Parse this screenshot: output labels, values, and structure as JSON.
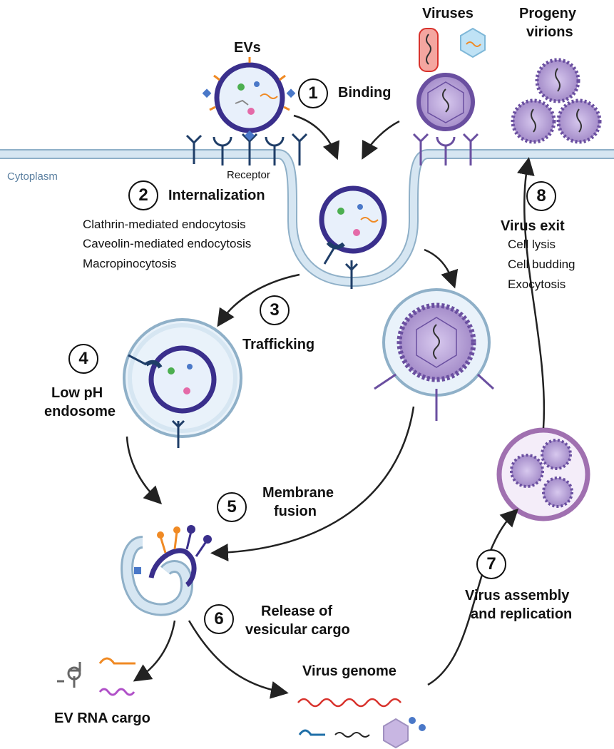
{
  "labels": {
    "evs": "EVs",
    "viruses": "Viruses",
    "progeny": "Progeny",
    "virions": "virions",
    "cytoplasm": "Cytoplasm",
    "receptor": "Receptor"
  },
  "steps": [
    {
      "number": "1",
      "title": "Binding"
    },
    {
      "number": "2",
      "title": "Internalization",
      "details": [
        "Clathrin-mediated endocytosis",
        "Caveolin-mediated endocytosis",
        "Macropinocytosis"
      ]
    },
    {
      "number": "3",
      "title": "Trafficking"
    },
    {
      "number": "4",
      "title_lines": [
        "Low pH",
        "endosome"
      ]
    },
    {
      "number": "5",
      "title_lines": [
        "Membrane",
        "fusion"
      ]
    },
    {
      "number": "6",
      "title_lines": [
        "Release of",
        "vesicular cargo"
      ]
    },
    {
      "number": "7",
      "title_lines": [
        "Virus assembly",
        "and replication"
      ]
    },
    {
      "number": "8",
      "title": "Virus exit",
      "details": [
        "Cell lysis",
        "Cell budding",
        "Exocytosis"
      ]
    }
  ],
  "outputs": {
    "ev_rna_cargo": "EV RNA cargo",
    "virus_genome": "Virus genome"
  },
  "colors": {
    "membrane_fill": "#d6e6f2",
    "membrane_edge": "#8fb0c8",
    "ev_purple": "#3a2f8c",
    "virus_purple": "#6a4fa0",
    "virus_light": "#c8b6e2",
    "receptor_navy": "#1f3e68",
    "spike_orange": "#f08a24",
    "marker_blue": "#4a78c8",
    "marker_pink": "#e46aa8",
    "rna_red": "#d8322c",
    "rna_purple": "#b050c8"
  }
}
